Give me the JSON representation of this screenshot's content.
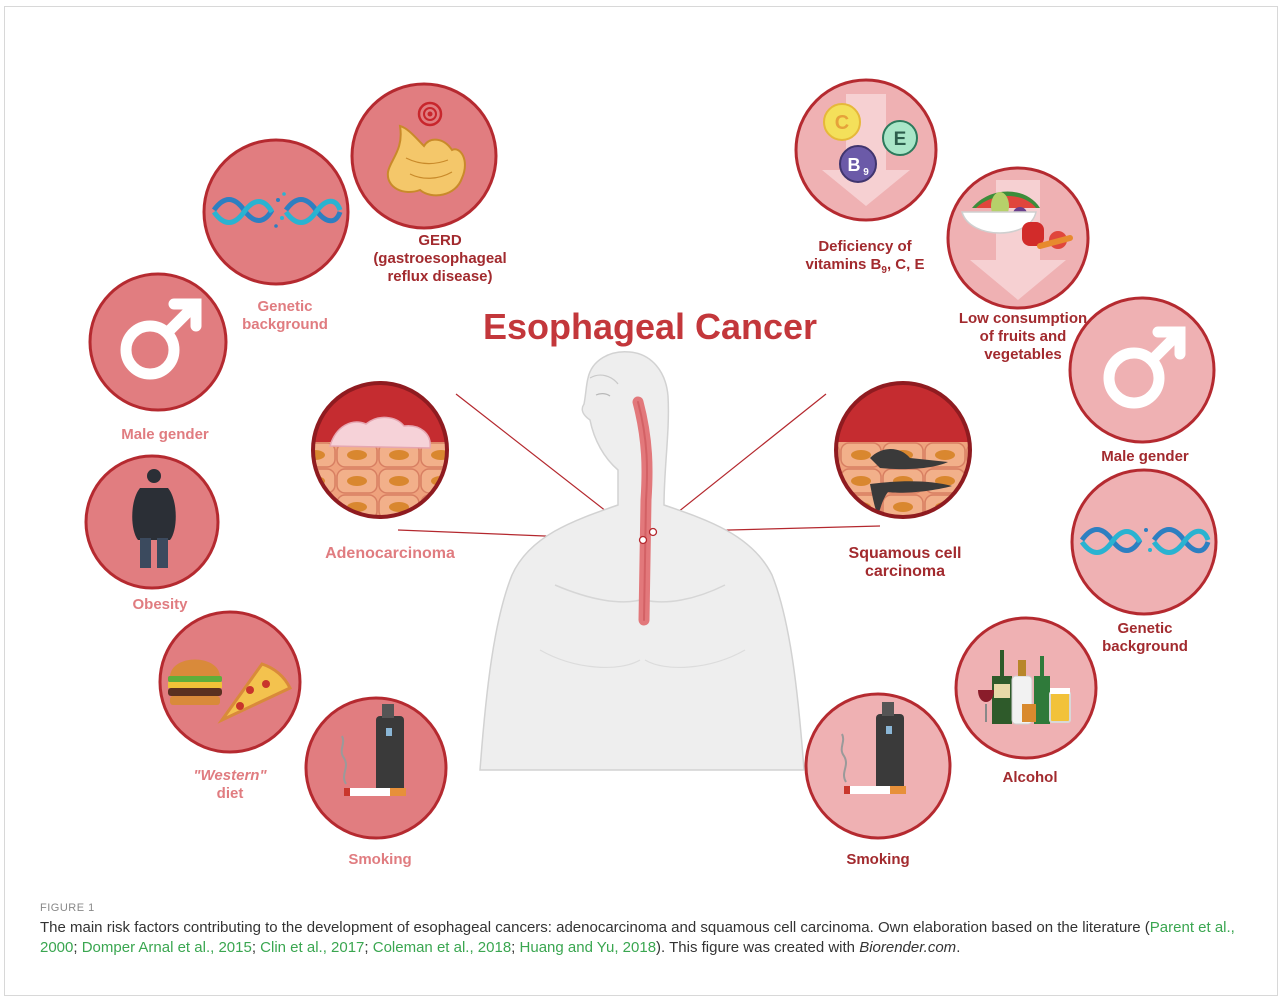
{
  "diagram": {
    "title": "Esophageal Cancer",
    "adenocarcinoma_label": "Adenocarcinoma",
    "squamous_label_1": "Squamous cell",
    "squamous_label_2": "carcinoma",
    "left_factors": {
      "gerd_1": "GERD",
      "gerd_2": "(gastroesophageal",
      "gerd_3": "reflux disease)",
      "genetic_1": "Genetic",
      "genetic_2": "background",
      "male": "Male gender",
      "obesity": "Obesity",
      "western_1": "\"Western\"",
      "western_2": "diet",
      "smoking": "Smoking"
    },
    "right_factors": {
      "vitamins_1": "Deficiency of",
      "vitamins_2a": "vitamins B",
      "vitamins_2sub": "9",
      "vitamins_2b": ", C, E",
      "fruits_1": "Low consumption",
      "fruits_2": "of fruits and",
      "fruits_3": "vegetables",
      "male": "Male gender",
      "genetic_1": "Genetic",
      "genetic_2": "background",
      "alcohol": "Alcohol",
      "smoking": "Smoking"
    },
    "vitamin_letters": {
      "c": "C",
      "e": "E",
      "b": "B",
      "b_sub": "9"
    }
  },
  "caption": {
    "label": "FIGURE 1",
    "text_1": "The main risk factors contributing to the development of esophageal cancers: adenocarcinoma and squamous cell carcinoma. Own elaboration based on the literature (",
    "refs": [
      "Parent et al., 2000",
      "Domper Arnal et al., 2015",
      "Clin et al., 2017",
      "Coleman et al., 2018",
      "Huang and Yu, 2018"
    ],
    "sep": "; ",
    "text_2": "). This figure was created with ",
    "tool": "Biorender.com",
    "end": "."
  },
  "colors": {
    "left_circle": "#e17d80",
    "right_circle": "#efb1b3",
    "circle_border": "#b52a30",
    "title": "#c3373b",
    "pink_label": "#e07c80",
    "dark_label": "#a22a2e",
    "reference": "#3aa650"
  }
}
